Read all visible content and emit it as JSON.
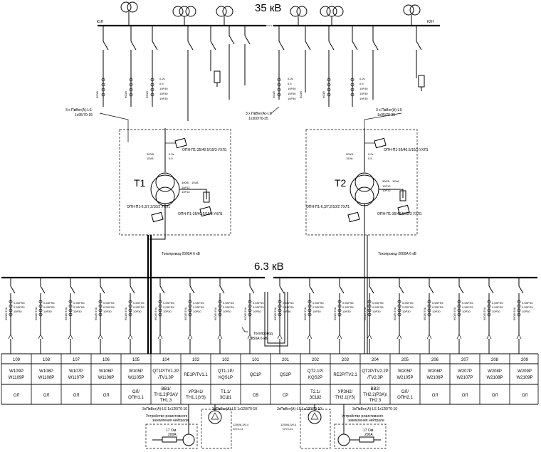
{
  "buses": {
    "hv_label": "35 кВ",
    "lv_label": "6.3 кВ",
    "left_section_tag": "К1Н",
    "right_section_tag": "К2Н"
  },
  "transformers": [
    {
      "name": "T1"
    },
    {
      "name": "T2"
    }
  ],
  "hv_feeders": {
    "ct_ratio": "600/5",
    "ct_classes": [
      "0.2s",
      "0.5",
      "10P30",
      "10P30",
      "10P30"
    ],
    "cable_left": [
      "3 x ПвВнг(А)-LS",
      "1x95/70-35"
    ],
    "cable_mid": [
      "3 x ПвВнг(А)-LS",
      "1x300/70-35"
    ],
    "cable_right": [
      "3 x ПвВнг(А)-LS",
      "1x95/70-35"
    ]
  },
  "transformer_bays": {
    "arrester_hv": "ОПН-П1-35/40.5/10/3 УХЛ1",
    "arrester_lv": "ОПН-П1-6,3/7,2/10/2 УХЛ1",
    "ct_hv_ratio": "300/5",
    "ct_hv_va": "15VA",
    "ct_hv_classes": [
      "0.2s",
      "0.5"
    ],
    "neutral_ct_ratio": "300/5",
    "neutral_ct_va": "15VA",
    "neutral_ct_class": "10P12",
    "neutral_ct_class_b": "10P12"
  },
  "busducts": {
    "lv_main": "Токопровод 2000А 6 кВ",
    "coupler": [
      "Токопровод",
      "1250А 6 кВ"
    ]
  },
  "lv_feeders": {
    "ct_ratio": "600/5",
    "ct_va": "5VA",
    "ct_classes": [
      "0.5SFS5",
      "0.5SFS5",
      "10P30"
    ],
    "bay_ct_classes": [
      "0.5SFS5",
      "0.5SFS5",
      "10P30",
      "10P30"
    ]
  },
  "cells": [
    {
      "num": "109",
      "designation": [
        "W109P",
        "W1109P"
      ],
      "purpose": [
        "ОЛ"
      ]
    },
    {
      "num": "108",
      "designation": [
        "W108P",
        "W1108P"
      ],
      "purpose": [
        "ОЛ"
      ]
    },
    {
      "num": "107",
      "designation": [
        "W107P",
        "W1107P"
      ],
      "purpose": [
        "ОЛ"
      ]
    },
    {
      "num": "106",
      "designation": [
        "W106P",
        "W1106P"
      ],
      "purpose": [
        "ОЛ"
      ]
    },
    {
      "num": "105",
      "designation": [
        "W105P",
        "W1105P"
      ],
      "purpose": [
        "ОЛ/",
        "ОПН1.1"
      ]
    },
    {
      "num": "104",
      "designation": [
        "QT1P/TV1.2P",
        "/TV1.3P"
      ],
      "purpose": [
        "ВВ1/",
        "ТН1.2(РЗА)/",
        "ТН1.3"
      ]
    },
    {
      "num": "103",
      "designation": [
        "RE1P/TV1.1"
      ],
      "purpose": [
        "УРЗН1/",
        "ТН1.1(УЗ)"
      ]
    },
    {
      "num": "102",
      "designation": [
        "QT1.1P/",
        "KQS1P"
      ],
      "purpose": [
        "Т1.1/",
        "ЗСШ1"
      ]
    },
    {
      "num": "101",
      "designation": [
        "QC1P"
      ],
      "purpose": [
        "СВ"
      ]
    },
    {
      "num": "201",
      "designation": [
        "QS2P"
      ],
      "purpose": [
        "СР"
      ]
    },
    {
      "num": "202",
      "designation": [
        "QT2.1P/",
        "KQS2P"
      ],
      "purpose": [
        "Т2.1/",
        "ЗСШ2"
      ]
    },
    {
      "num": "203",
      "designation": [
        "RE2P/TV2.1"
      ],
      "purpose": [
        "УРЗН2/",
        "ТН2.1(УЗ)"
      ]
    },
    {
      "num": "204",
      "designation": [
        "QT2P/TV2.2P",
        "/TV2.3P"
      ],
      "purpose": [
        "ВВ2/",
        "ТН2.2(РЗА)/",
        "ТН2.3"
      ]
    },
    {
      "num": "205",
      "designation": [
        "W205P",
        "W2105P"
      ],
      "purpose": [
        "ОЛ/",
        "ОПН2.1"
      ]
    },
    {
      "num": "206",
      "designation": [
        "W206P",
        "W2106P"
      ],
      "purpose": [
        "ОЛ"
      ]
    },
    {
      "num": "207",
      "designation": [
        "W207P",
        "W2107P"
      ],
      "purpose": [
        "ОЛ"
      ]
    },
    {
      "num": "208",
      "designation": [
        "W208P",
        "W2108P"
      ],
      "purpose": [
        "ОЛ"
      ]
    },
    {
      "num": "209",
      "designation": [
        "W209P",
        "W2109P"
      ],
      "purpose": [
        "ОЛ"
      ]
    }
  ],
  "grounding": {
    "cable": "3хПвВнг(А)-LS 1х120/70-10",
    "device_label": [
      "Устройство резистивного",
      "заземления нейтрали"
    ],
    "resistor": [
      "17 Ом",
      "200А"
    ],
    "aux_transformer": [
      "1250/6,3/0,4",
      "D/Yn-11"
    ]
  }
}
